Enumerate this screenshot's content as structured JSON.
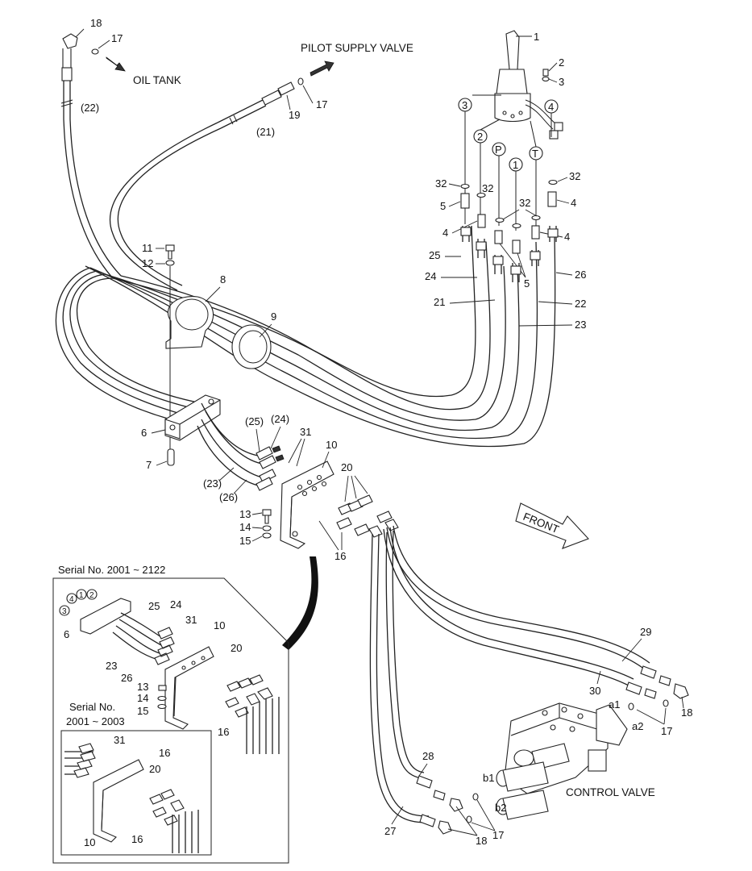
{
  "annotations": {
    "oil_tank": "OIL TANK",
    "pilot_supply_valve": "PILOT SUPPLY VALVE",
    "front": "FRONT",
    "control_valve": "CONTROL VALVE",
    "serial_range_a": "Serial No. 2001 ~ 2122",
    "serial_range_b_line1": "Serial No.",
    "serial_range_b_line2": "2001 ~ 2003"
  },
  "callouts": {
    "c1": "1",
    "c2": "2",
    "c3": "3",
    "c4": "4",
    "c4b": "4",
    "c4c": "4",
    "c5": "5",
    "c5b": "5",
    "c6": "6",
    "c7": "7",
    "c8": "8",
    "c9": "9",
    "c10": "10",
    "c11": "11",
    "c12": "12",
    "c13": "13",
    "c14": "14",
    "c15": "15",
    "c16": "16",
    "c17a": "17",
    "c17b": "17",
    "c17c": "17",
    "c17d": "17",
    "c18a": "18",
    "c18b": "18",
    "c18c": "18",
    "c19": "19",
    "c20": "20",
    "c21": "21",
    "c21p": "(21)",
    "c22": "22",
    "c22p": "(22)",
    "c23": "23",
    "c23p": "(23)",
    "c24": "24",
    "c24p": "(24)",
    "c25": "25",
    "c25p": "(25)",
    "c26": "26",
    "c26p": "(26)",
    "c27": "27",
    "c28": "28",
    "c29": "29",
    "c30": "30",
    "c31": "31",
    "c32a": "32",
    "c32b": "32",
    "c32c": "32",
    "c32d": "32",
    "a1": "a1",
    "a2": "a2",
    "b1": "b1",
    "b2": "b2"
  },
  "port_markers": {
    "p3": "3",
    "p2": "2",
    "pP": "P",
    "p1": "1",
    "pT": "T",
    "p4": "4"
  },
  "inset_a": {
    "c4": "4",
    "c1": "1",
    "c2": "2",
    "c3": "3",
    "c6": "6",
    "c25": "25",
    "c24": "24",
    "c31": "31",
    "c10": "10",
    "c23": "23",
    "c26": "26",
    "c20": "20",
    "c13": "13",
    "c14": "14",
    "c15": "15",
    "c16": "16"
  },
  "inset_b": {
    "c31": "31",
    "c16": "16",
    "c20": "20",
    "c10": "10",
    "c16b": "16"
  }
}
